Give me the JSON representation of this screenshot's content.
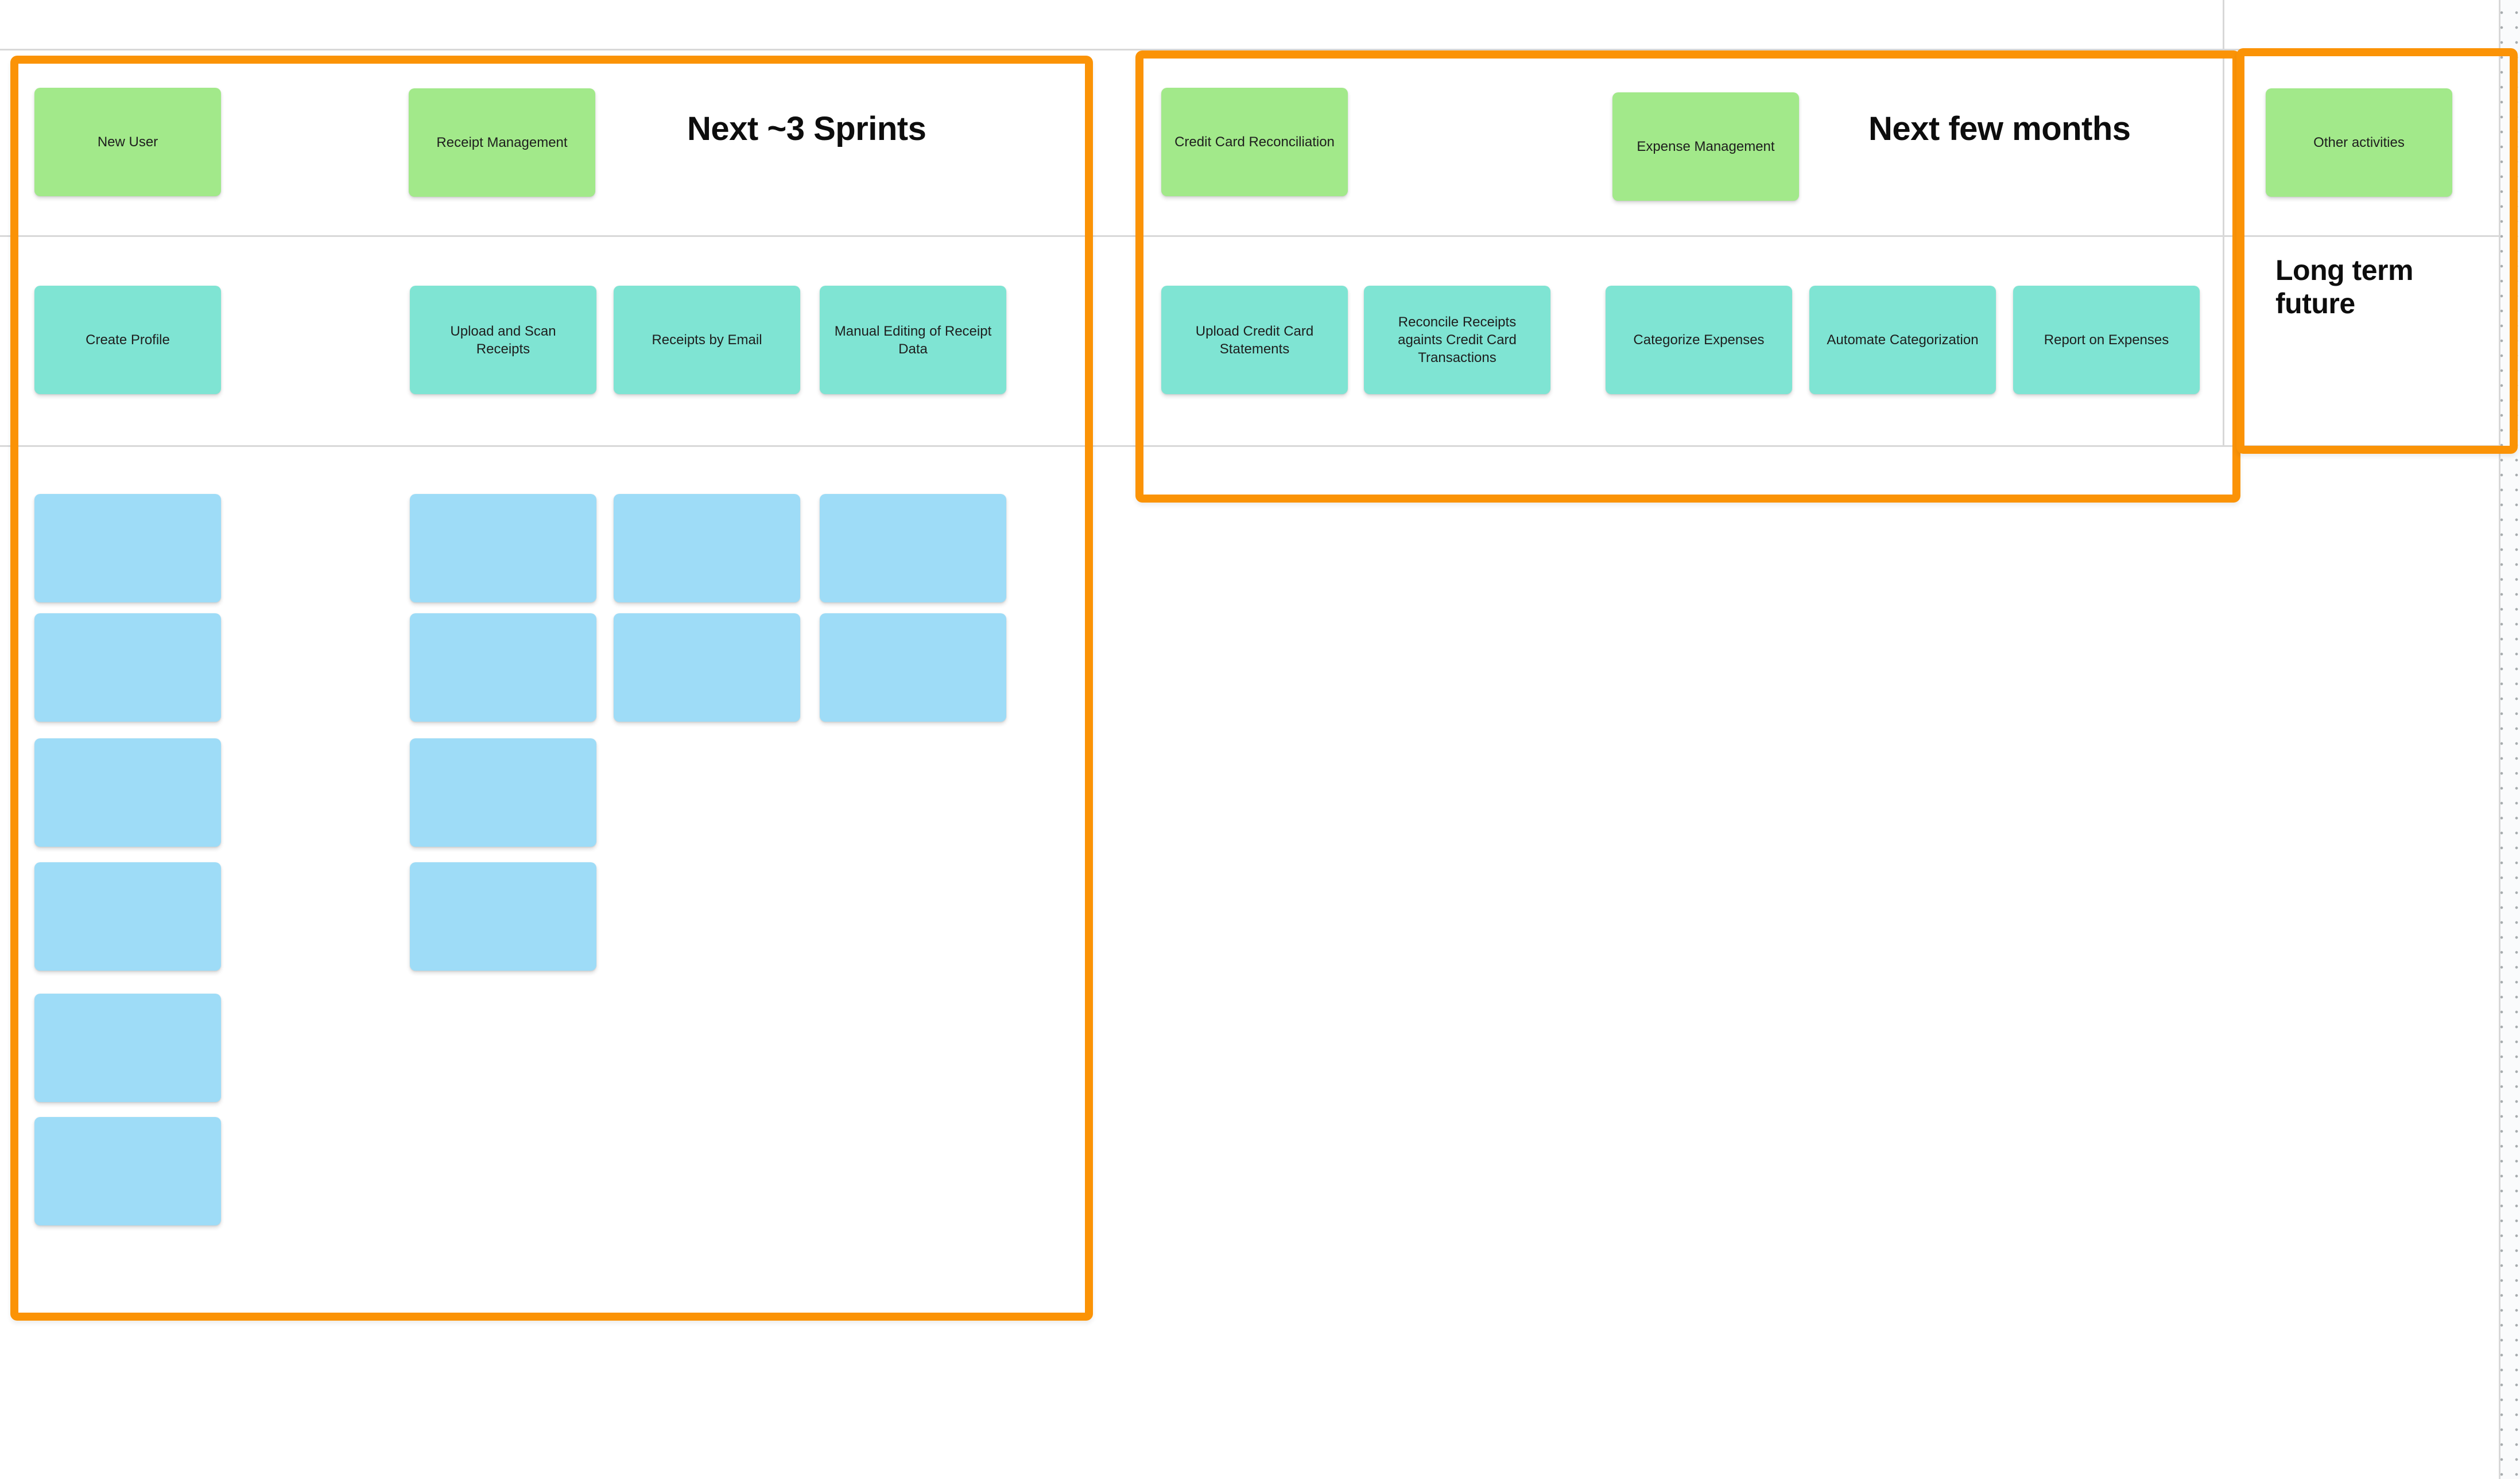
{
  "frames": {
    "sprints": {
      "title": "Next ~3 Sprints"
    },
    "months": {
      "title": "Next few months"
    },
    "longterm": {
      "title": "Long term future"
    }
  },
  "stickies": {
    "epics": [
      "New User",
      "Receipt Management",
      "Credit Card Reconciliation",
      "Expense Management",
      "Other activities"
    ],
    "features": [
      "Create Profile",
      "Upload and Scan\nReceipts",
      "Receipts by Email",
      "Manual Editing of Receipt\nData",
      "Upload Credit Card\nStatements",
      "Reconcile Receipts\nagaints Credit Card\nTransactions",
      "Categorize Expenses",
      "Automate Categorization",
      "Report on Expenses"
    ],
    "empty_story_note_counts": {
      "create-profile-column": 6,
      "upload-and-scan-receipts-column": 4,
      "receipts-by-email-column": 2,
      "manual-editing-column": 2
    }
  },
  "colors": {
    "frame_border": "#fb9306",
    "epic_sticky": "#a2e98a",
    "feature_sticky": "#7fe4d3",
    "story_sticky": "#9edcf7",
    "grid_line": "#d8d8d8",
    "sticky_text": "#1e1e1e",
    "title_text": "#0d0d0d"
  }
}
